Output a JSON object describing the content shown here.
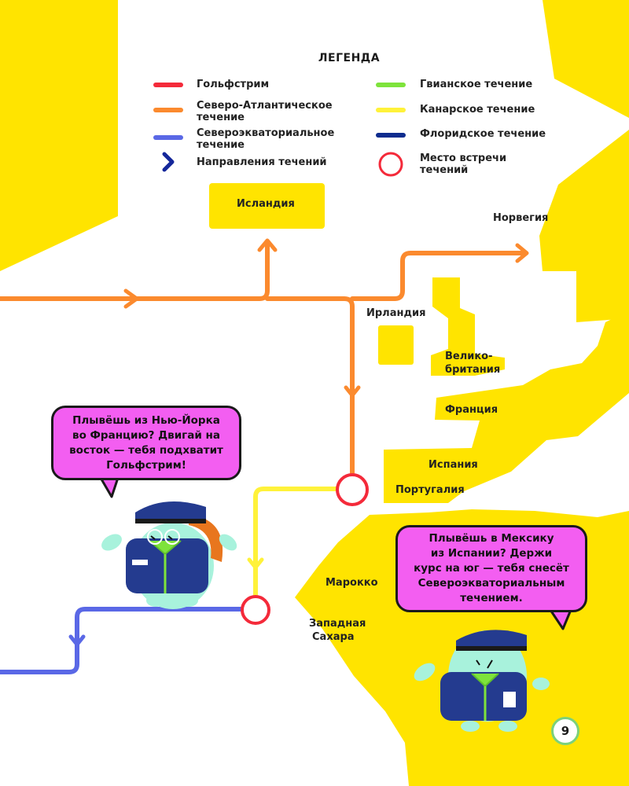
{
  "legend": {
    "title": "ЛЕГЕНДА",
    "items": [
      {
        "label": "Гольфстрим",
        "color": "#f42a3a"
      },
      {
        "label": "Северо-Атлантическое течение",
        "color": "#fb8a2e"
      },
      {
        "label": "Североэкваториальное течение",
        "color": "#5a68e6"
      },
      {
        "label": "Направления течений",
        "color": "#14279a",
        "icon": "chevron-right-icon"
      },
      {
        "label": "Гвианское течение",
        "color": "#7ee33b"
      },
      {
        "label": "Канарское течение",
        "color": "#fff23a"
      },
      {
        "label": "Флоридское течение",
        "color": "#0e2c8e"
      },
      {
        "label": "Место встречи течений",
        "color": "#f42a3a",
        "icon": "circle-icon"
      }
    ]
  },
  "places": {
    "iceland": "Исландия",
    "norway": "Норвегия",
    "ireland": "Ирландия",
    "britain_line1": "Велико-",
    "britain_line2": "британия",
    "france": "Франция",
    "spain": "Испания",
    "portugal": "Португалия",
    "morocco": "Марокко",
    "sahara_line1": "Западная",
    "sahara_line2": "Сахара"
  },
  "bubbles": {
    "left": [
      "Плывёшь из Нью-Йорка",
      "во Францию? Двигай на",
      "восток — тебя подхватит",
      "Гольфстрим!"
    ],
    "right": [
      "Плывёшь в Мексику",
      "из Испании? Держи",
      "курс на юг — тебя снесёт",
      "Североэкваториальным",
      "течением."
    ]
  },
  "characters": {
    "left": {
      "icon": "sailor-mascot-icon"
    },
    "right": {
      "icon": "sailor-mascot-icon"
    }
  },
  "page_number": "9",
  "colors": {
    "land": "#ffe400",
    "bubble": "#f35ef1",
    "page_number_ring": "#7bd17b"
  }
}
